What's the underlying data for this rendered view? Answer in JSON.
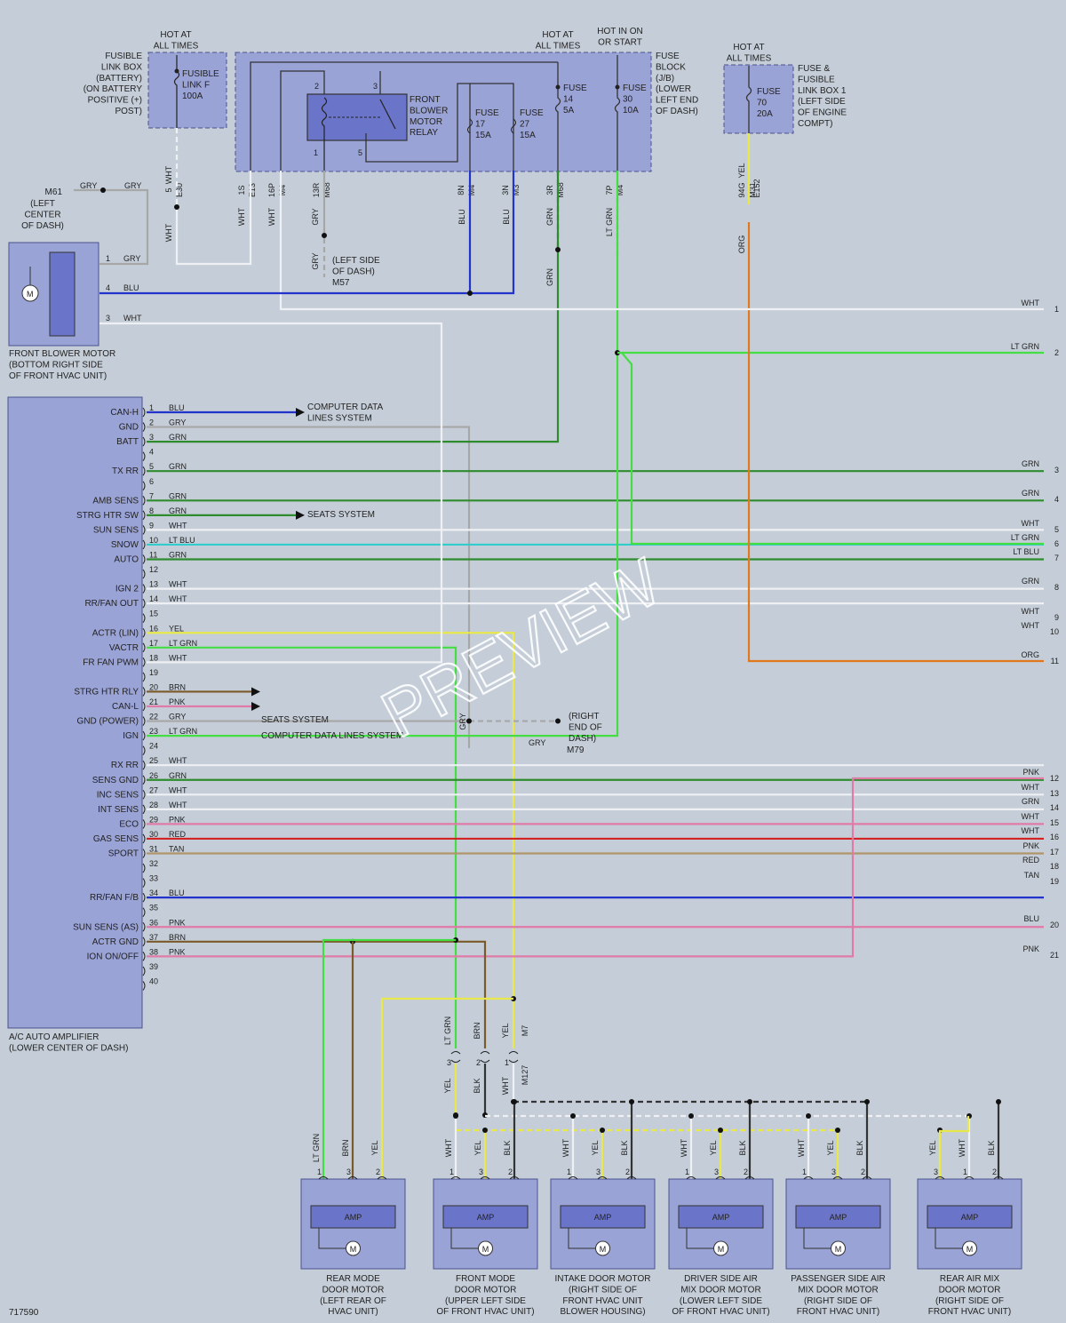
{
  "diagram_id": "717590",
  "watermark": "PREVIEW",
  "colors": {
    "background": "#c5ced8",
    "component_fill": "#9aa3d6",
    "component_stroke": "#4a5190",
    "BLU": "#2233cc",
    "GRY": "#a7a7a7",
    "GRN": "#2e8b2e",
    "WHT": "#eef0f3",
    "LT GRN": "#44dd44",
    "LT BLU": "#33cccc",
    "YEL": "#e8e84a",
    "BRN": "#7a5a2a",
    "PNK": "#e07aa6",
    "RED": "#d22222",
    "TAN": "#b0946a",
    "ORG": "#e0781e",
    "BLK": "#333333"
  },
  "power": {
    "hot_at_all_times_1": "HOT AT\nALL TIMES",
    "hot_at_all_times_2": "HOT AT\nALL TIMES",
    "hot_in_on_or_start": "HOT IN ON\nOR START",
    "hot_at_all_times_3": "HOT AT\nALL TIMES"
  },
  "components": {
    "fusible_link_box": "FUSIBLE\nLINK BOX\n(BATTERY)\n(ON BATTERY\nPOSITIVE (+)\nPOST)",
    "fusible_link_f": "FUSIBLE\nLINK F\n100A",
    "front_blower_relay": "FRONT\nBLOWER\nMOTOR\nRELAY",
    "fuse_17": "FUSE\n17\n15A",
    "fuse_27": "FUSE\n27\n15A",
    "fuse_14": "FUSE\n14\n5A",
    "fuse_30": "FUSE\n30\n10A",
    "fuse_block": "FUSE\nBLOCK\n(J/B)\n(LOWER\nLEFT END\nOF DASH)",
    "fuse_70": "FUSE\n70\n20A",
    "fuse_fusible_box_1": "FUSE &\nFUSIBLE\nLINK BOX 1\n(LEFT SIDE\nOF ENGINE\nCOMPT)",
    "m61": "M61",
    "m61_location": "(LEFT\nCENTER\nOF DASH)",
    "m57_location": "(LEFT SIDE\nOF DASH)",
    "m57": "M57",
    "front_blower_motor": "FRONT BLOWER MOTOR\n(BOTTOM RIGHT SIDE\nOF FRONT HVAC UNIT)",
    "ac_amplifier": "A/C AUTO AMPLIFIER\n(LOWER CENTER OF DASH)",
    "m79_location": "(RIGHT\nEND OF\nDASH)",
    "m79": "M79",
    "computer_data_lines": "COMPUTER DATA\nLINES SYSTEM",
    "seats_system_1": "SEATS SYSTEM",
    "seats_system_2": "SEATS SYSTEM",
    "computer_data_lines_2": "COMPUTER DATA LINES SYSTEM"
  },
  "connector_codes": [
    {
      "pin": "5",
      "code": "E30"
    },
    {
      "pin": "1S",
      "code": "E13"
    },
    {
      "pin": "16P",
      "code": "M4"
    },
    {
      "pin": "13R",
      "code": "M68"
    },
    {
      "pin": "8N",
      "code": "M4"
    },
    {
      "pin": "3N",
      "code": "M3"
    },
    {
      "pin": "3R",
      "code": "M68"
    },
    {
      "pin": "7P",
      "code": "M4"
    },
    {
      "pin": "94G",
      "code": "M31"
    }
  ],
  "e152": "E152",
  "m7": "M7",
  "m127": "M127",
  "amp_pins": [
    {
      "pin": "1",
      "label": "CAN-H",
      "wire": "BLU"
    },
    {
      "pin": "2",
      "label": "GND",
      "wire": "GRY"
    },
    {
      "pin": "3",
      "label": "BATT",
      "wire": "GRN"
    },
    {
      "pin": "4",
      "label": "",
      "wire": ""
    },
    {
      "pin": "5",
      "label": "TX RR",
      "wire": "GRN"
    },
    {
      "pin": "6",
      "label": "",
      "wire": ""
    },
    {
      "pin": "7",
      "label": "AMB SENS",
      "wire": "GRN"
    },
    {
      "pin": "8",
      "label": "STRG HTR SW",
      "wire": "GRN"
    },
    {
      "pin": "9",
      "label": "SUN SENS",
      "wire": "WHT"
    },
    {
      "pin": "10",
      "label": "SNOW",
      "wire": "LT BLU"
    },
    {
      "pin": "11",
      "label": "AUTO",
      "wire": "GRN"
    },
    {
      "pin": "12",
      "label": "",
      "wire": ""
    },
    {
      "pin": "13",
      "label": "IGN 2",
      "wire": "WHT"
    },
    {
      "pin": "14",
      "label": "RR/FAN OUT",
      "wire": "WHT"
    },
    {
      "pin": "15",
      "label": "",
      "wire": ""
    },
    {
      "pin": "16",
      "label": "ACTR (LIN)",
      "wire": "YEL"
    },
    {
      "pin": "17",
      "label": "VACTR",
      "wire": "LT GRN"
    },
    {
      "pin": "18",
      "label": "FR FAN PWM",
      "wire": "WHT"
    },
    {
      "pin": "19",
      "label": "",
      "wire": ""
    },
    {
      "pin": "20",
      "label": "STRG HTR RLY",
      "wire": "BRN"
    },
    {
      "pin": "21",
      "label": "CAN-L",
      "wire": "PNK"
    },
    {
      "pin": "22",
      "label": "GND (POWER)",
      "wire": "GRY"
    },
    {
      "pin": "23",
      "label": "IGN",
      "wire": "LT GRN"
    },
    {
      "pin": "24",
      "label": "",
      "wire": ""
    },
    {
      "pin": "25",
      "label": "RX RR",
      "wire": "WHT"
    },
    {
      "pin": "26",
      "label": "SENS GND",
      "wire": "GRN"
    },
    {
      "pin": "27",
      "label": "INC SENS",
      "wire": "WHT"
    },
    {
      "pin": "28",
      "label": "INT SENS",
      "wire": "WHT"
    },
    {
      "pin": "29",
      "label": "ECO",
      "wire": "PNK"
    },
    {
      "pin": "30",
      "label": "GAS SENS",
      "wire": "RED"
    },
    {
      "pin": "31",
      "label": "SPORT",
      "wire": "TAN"
    },
    {
      "pin": "32",
      "label": "",
      "wire": ""
    },
    {
      "pin": "33",
      "label": "",
      "wire": ""
    },
    {
      "pin": "34",
      "label": "RR/FAN F/B",
      "wire": "BLU"
    },
    {
      "pin": "35",
      "label": "",
      "wire": ""
    },
    {
      "pin": "36",
      "label": "SUN SENS (AS)",
      "wire": "PNK"
    },
    {
      "pin": "37",
      "label": "ACTR GND",
      "wire": "BRN"
    },
    {
      "pin": "38",
      "label": "ION ON/OFF",
      "wire": "PNK"
    },
    {
      "pin": "39",
      "label": "",
      "wire": ""
    },
    {
      "pin": "40",
      "label": "",
      "wire": ""
    }
  ],
  "right_edge_wires": [
    {
      "num": "1",
      "color": "WHT"
    },
    {
      "num": "2",
      "color": "LT GRN"
    },
    {
      "num": "3",
      "color": "GRN"
    },
    {
      "num": "4",
      "color": "GRN"
    },
    {
      "num": "5",
      "color": "WHT"
    },
    {
      "num": "6",
      "color": "LT GRN"
    },
    {
      "num": "7",
      "color": "LT BLU"
    },
    {
      "num": "8",
      "color": "GRN"
    },
    {
      "num": "9",
      "color": "WHT"
    },
    {
      "num": "10",
      "color": "WHT"
    },
    {
      "num": "11",
      "color": "ORG"
    },
    {
      "num": "12",
      "color": "PNK"
    },
    {
      "num": "13",
      "color": "WHT"
    },
    {
      "num": "14",
      "color": "GRN"
    },
    {
      "num": "15",
      "color": "WHT"
    },
    {
      "num": "16",
      "color": "WHT"
    },
    {
      "num": "17",
      "color": "PNK"
    },
    {
      "num": "18",
      "color": "RED"
    },
    {
      "num": "19",
      "color": "TAN"
    },
    {
      "num": "20",
      "color": "BLU"
    },
    {
      "num": "21",
      "color": "PNK"
    }
  ],
  "door_motors": [
    {
      "name": "REAR MODE\nDOOR MOTOR\n(LEFT REAR OF\nHVAC UNIT)",
      "amp": "AMP",
      "pins": [
        "1",
        "3",
        "2"
      ],
      "wires": [
        "LT GRN",
        "BRN",
        "YEL"
      ]
    },
    {
      "name": "FRONT MODE\nDOOR MOTOR\n(UPPER LEFT SIDE\nOF FRONT HVAC UNIT)",
      "amp": "AMP",
      "pins": [
        "1",
        "3",
        "2"
      ],
      "wires": [
        "WHT",
        "YEL",
        "BLK"
      ]
    },
    {
      "name": "INTAKE DOOR MOTOR\n(RIGHT SIDE OF\nFRONT HVAC UNIT\nBLOWER HOUSING)",
      "amp": "AMP",
      "pins": [
        "1",
        "3",
        "2"
      ],
      "wires": [
        "WHT",
        "YEL",
        "BLK"
      ]
    },
    {
      "name": "DRIVER SIDE AIR\nMIX DOOR MOTOR\n(LOWER LEFT SIDE\nOF FRONT HVAC UNIT)",
      "amp": "AMP",
      "pins": [
        "1",
        "3",
        "2"
      ],
      "wires": [
        "WHT",
        "YEL",
        "BLK"
      ]
    },
    {
      "name": "PASSENGER SIDE AIR\nMIX DOOR MOTOR\n(RIGHT SIDE OF\nFRONT HVAC UNIT)",
      "amp": "AMP",
      "pins": [
        "1",
        "3",
        "2"
      ],
      "wires": [
        "WHT",
        "YEL",
        "BLK"
      ]
    },
    {
      "name": "REAR AIR MIX\nDOOR MOTOR\n(RIGHT SIDE OF\nFRONT HVAC UNIT)",
      "amp": "AMP",
      "pins": [
        "3",
        "1",
        "2"
      ],
      "wires": [
        "YEL",
        "WHT",
        "BLK"
      ]
    }
  ],
  "m127_pins": [
    {
      "pin": "3",
      "top": "LT GRN",
      "bottom": "YEL"
    },
    {
      "pin": "2",
      "top": "BRN",
      "bottom": "BLK"
    },
    {
      "pin": "1",
      "top": "YEL",
      "bottom": "WHT"
    }
  ],
  "blower_motor_pins": [
    {
      "pin": "1",
      "wire": "GRY"
    },
    {
      "pin": "4",
      "wire": "BLU"
    },
    {
      "pin": "3",
      "wire": "WHT"
    }
  ],
  "misc_wires": {
    "m61_gry_1": "GRY",
    "m61_gry_2": "GRY",
    "e30_wht_1": "WHT",
    "e30_wht_2": "WHT",
    "e13_wht": "WHT",
    "m4_wht": "WHT",
    "m68_gry": "GRY",
    "m57_gry": "GRY",
    "m4_blu": "BLU",
    "m3_blu": "BLU",
    "m68_grn": "GRN",
    "m68_grn_2": "GRN",
    "m4_ltgrn": "LT GRN",
    "e152_yel": "YEL",
    "m31_org": "ORG",
    "m79_gry": "GRY",
    "gry_vertical": "GRY",
    "relay_pin_2": "2",
    "relay_pin_3": "3",
    "relay_pin_1": "1",
    "relay_pin_5": "5"
  }
}
